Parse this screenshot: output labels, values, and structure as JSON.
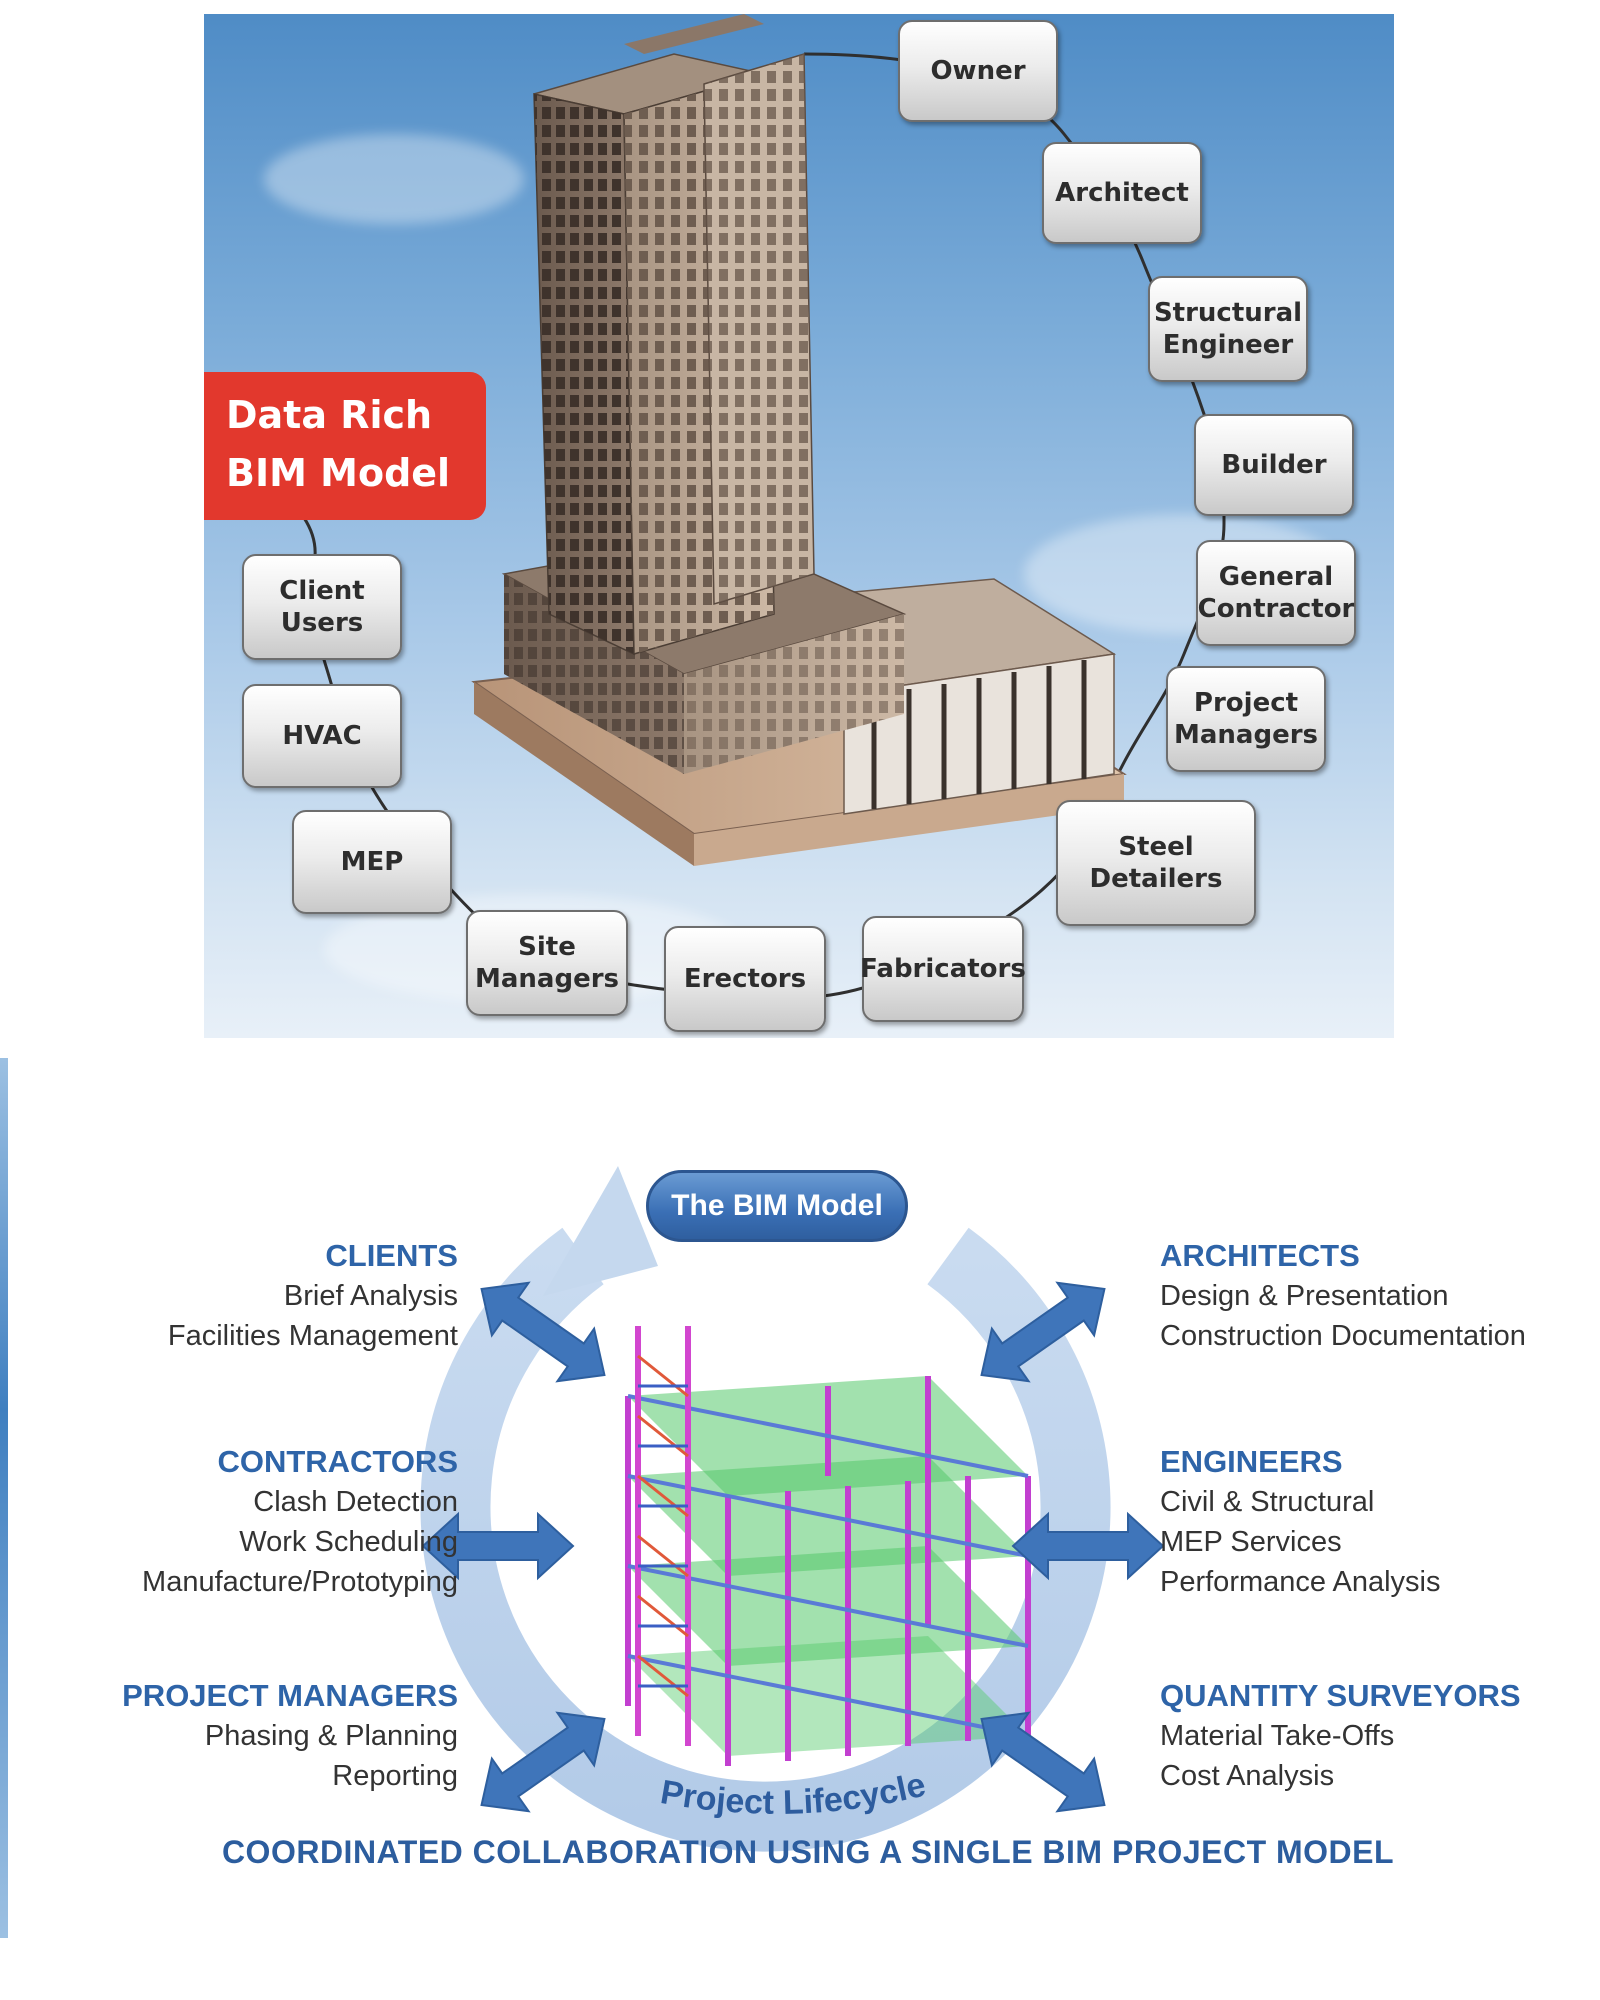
{
  "top_diagram": {
    "model_label": "Data Rich\nBIM Model",
    "roles": [
      "Owner",
      "Architect",
      "Structural\nEngineer",
      "Builder",
      "General\nContractor",
      "Project\nManagers",
      "Steel\nDetailers",
      "Fabricators",
      "Erectors",
      "Site\nManagers",
      "MEP",
      "HVAC",
      "Client\nUsers"
    ]
  },
  "bottom_diagram": {
    "center_label": "The BIM Model",
    "cycle_label": "Project Lifecycle",
    "left_groups": [
      {
        "heading": "CLIENTS",
        "items": [
          "Brief Analysis",
          "Facilities Management"
        ]
      },
      {
        "heading": "CONTRACTORS",
        "items": [
          "Clash Detection",
          "Work Scheduling",
          "Manufacture/Prototyping"
        ]
      },
      {
        "heading": "PROJECT MANAGERS",
        "items": [
          "Phasing & Planning",
          "Reporting"
        ]
      }
    ],
    "right_groups": [
      {
        "heading": "ARCHITECTS",
        "items": [
          "Design & Presentation",
          "Construction Documentation"
        ]
      },
      {
        "heading": "ENGINEERS",
        "items": [
          "Civil & Structural",
          "MEP Services",
          "Performance Analysis"
        ]
      },
      {
        "heading": "QUANTITY SURVEYORS",
        "items": [
          "Material Take-Offs",
          "Cost Analysis"
        ]
      }
    ],
    "footer": "COORDINATED COLLABORATION USING A SINGLE BIM PROJECT MODEL"
  }
}
